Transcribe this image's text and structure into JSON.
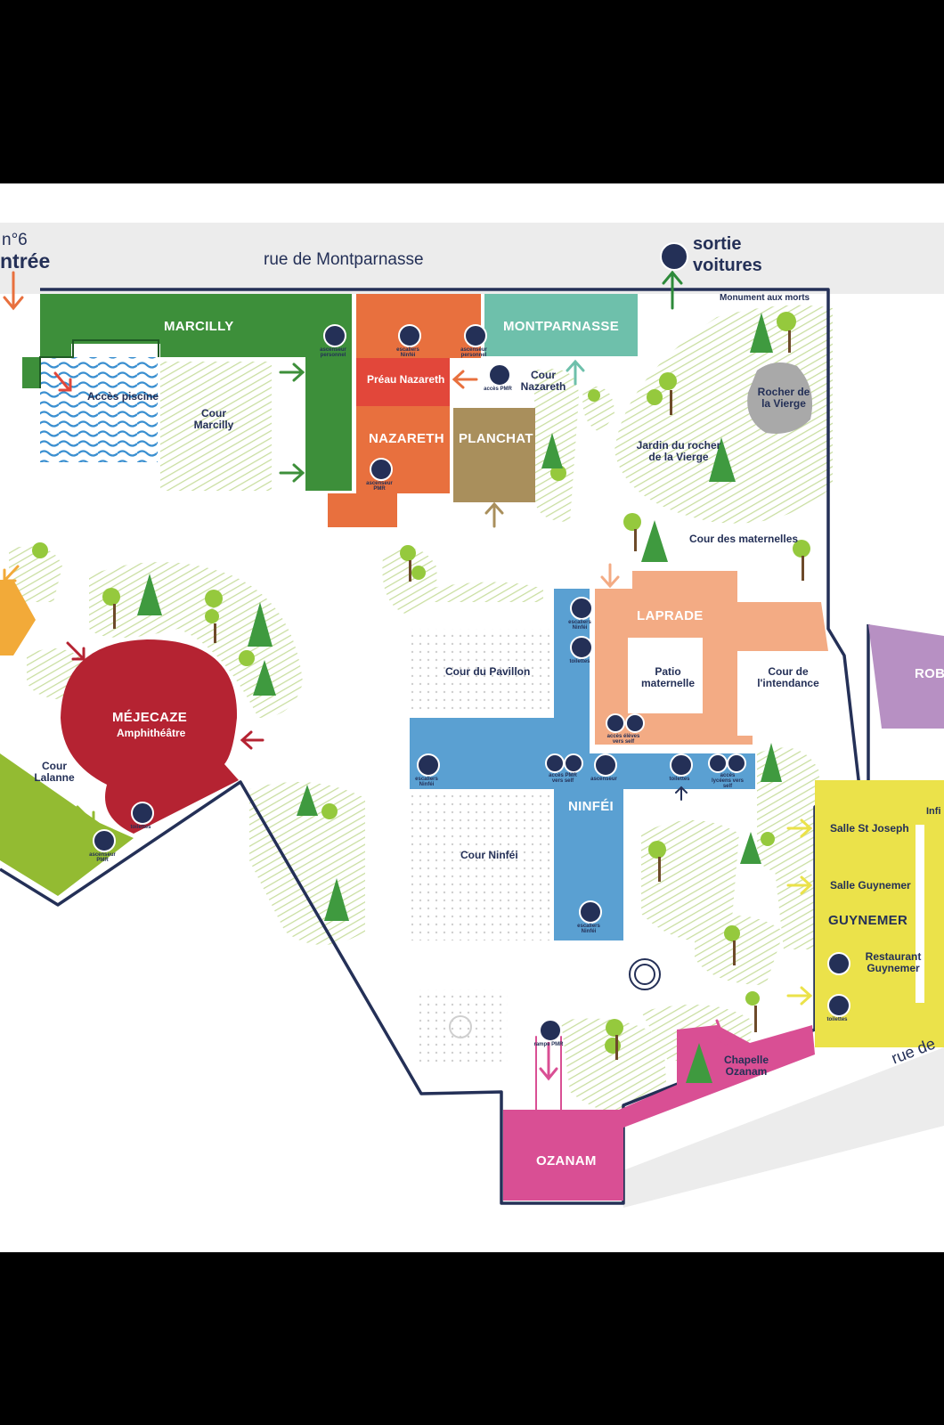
{
  "labels": {
    "gate_num": "n°6",
    "gate_entry": "ntrée",
    "street_top": "rue de Montparnasse",
    "sortie": "sortie",
    "voitures": "voitures",
    "monument": "Monument aux morts",
    "street_bottom": "rue de"
  },
  "buildings": {
    "marcilly": "MARCILLY",
    "montparnasse": "MONTPARNASSE",
    "preau": "Préau Nazareth",
    "nazareth": "NAZARETH",
    "planchat": "PLANCHAT",
    "laprade": "LAPRADE",
    "mejecaze": "MÉJECAZE",
    "amphi": "Amphithéâtre",
    "ninfei": "NINFÉI",
    "guynemer": "GUYNEMER",
    "ozanam": "OZANAM",
    "rob": "ROB",
    "infi": "Infi"
  },
  "places": {
    "acces_piscine": "Accès piscine",
    "cour_marcilly": "Cour Marcilly",
    "cour_nazareth": "Cour Nazareth",
    "rocher": "Rocher de la Vierge",
    "jardin": "Jardin du rocher de la Vierge",
    "cour_maternelles": "Cour des maternelles",
    "cour_pavillon": "Cour du Pavillon",
    "patio": "Patio maternelle",
    "cour_intendance": "Cour de l'intendance",
    "cour_lalanne": "Cour Lalanne",
    "cour_ninfei": "Cour Ninféi",
    "salle_stjoseph": "Salle St Joseph",
    "salle_guynemer": "Salle Guynemer",
    "restaurant": "Restaurant Guynemer",
    "chapelle": "Chapelle Ozanam"
  },
  "icons": {
    "asc_personnel": "ascenseur personnel",
    "esc_ninfei": "escaliers Ninféi",
    "acces_pmr": "accès PMR",
    "asc_pmr": "ascenseur PMR",
    "toilettes": "toilettes",
    "acces_eleves_self": "accès élèves vers self",
    "acces_pmr_self": "accès PMR vers self",
    "ascenseur": "ascenseur",
    "acces_lyceens_self": "accès lycéens vers self",
    "rampe_pmr": "rampe PMR"
  },
  "colors": {
    "navy": "#243057",
    "marcilly": "#3d8f3a",
    "nazareth": "#e8703e",
    "montparnasse": "#6ec0ab",
    "planchat": "#a98f5c",
    "laprade": "#f3ab84",
    "mejecaze": "#b52332",
    "ninfei": "#5aa0d2",
    "guynemer": "#ebe24a",
    "ozanam": "#d94f94",
    "lalanne": "#93bb32",
    "rob": "#b790c3",
    "water": "#3a8fd0",
    "rock": "#a9a9a9",
    "street": "#ececec"
  }
}
